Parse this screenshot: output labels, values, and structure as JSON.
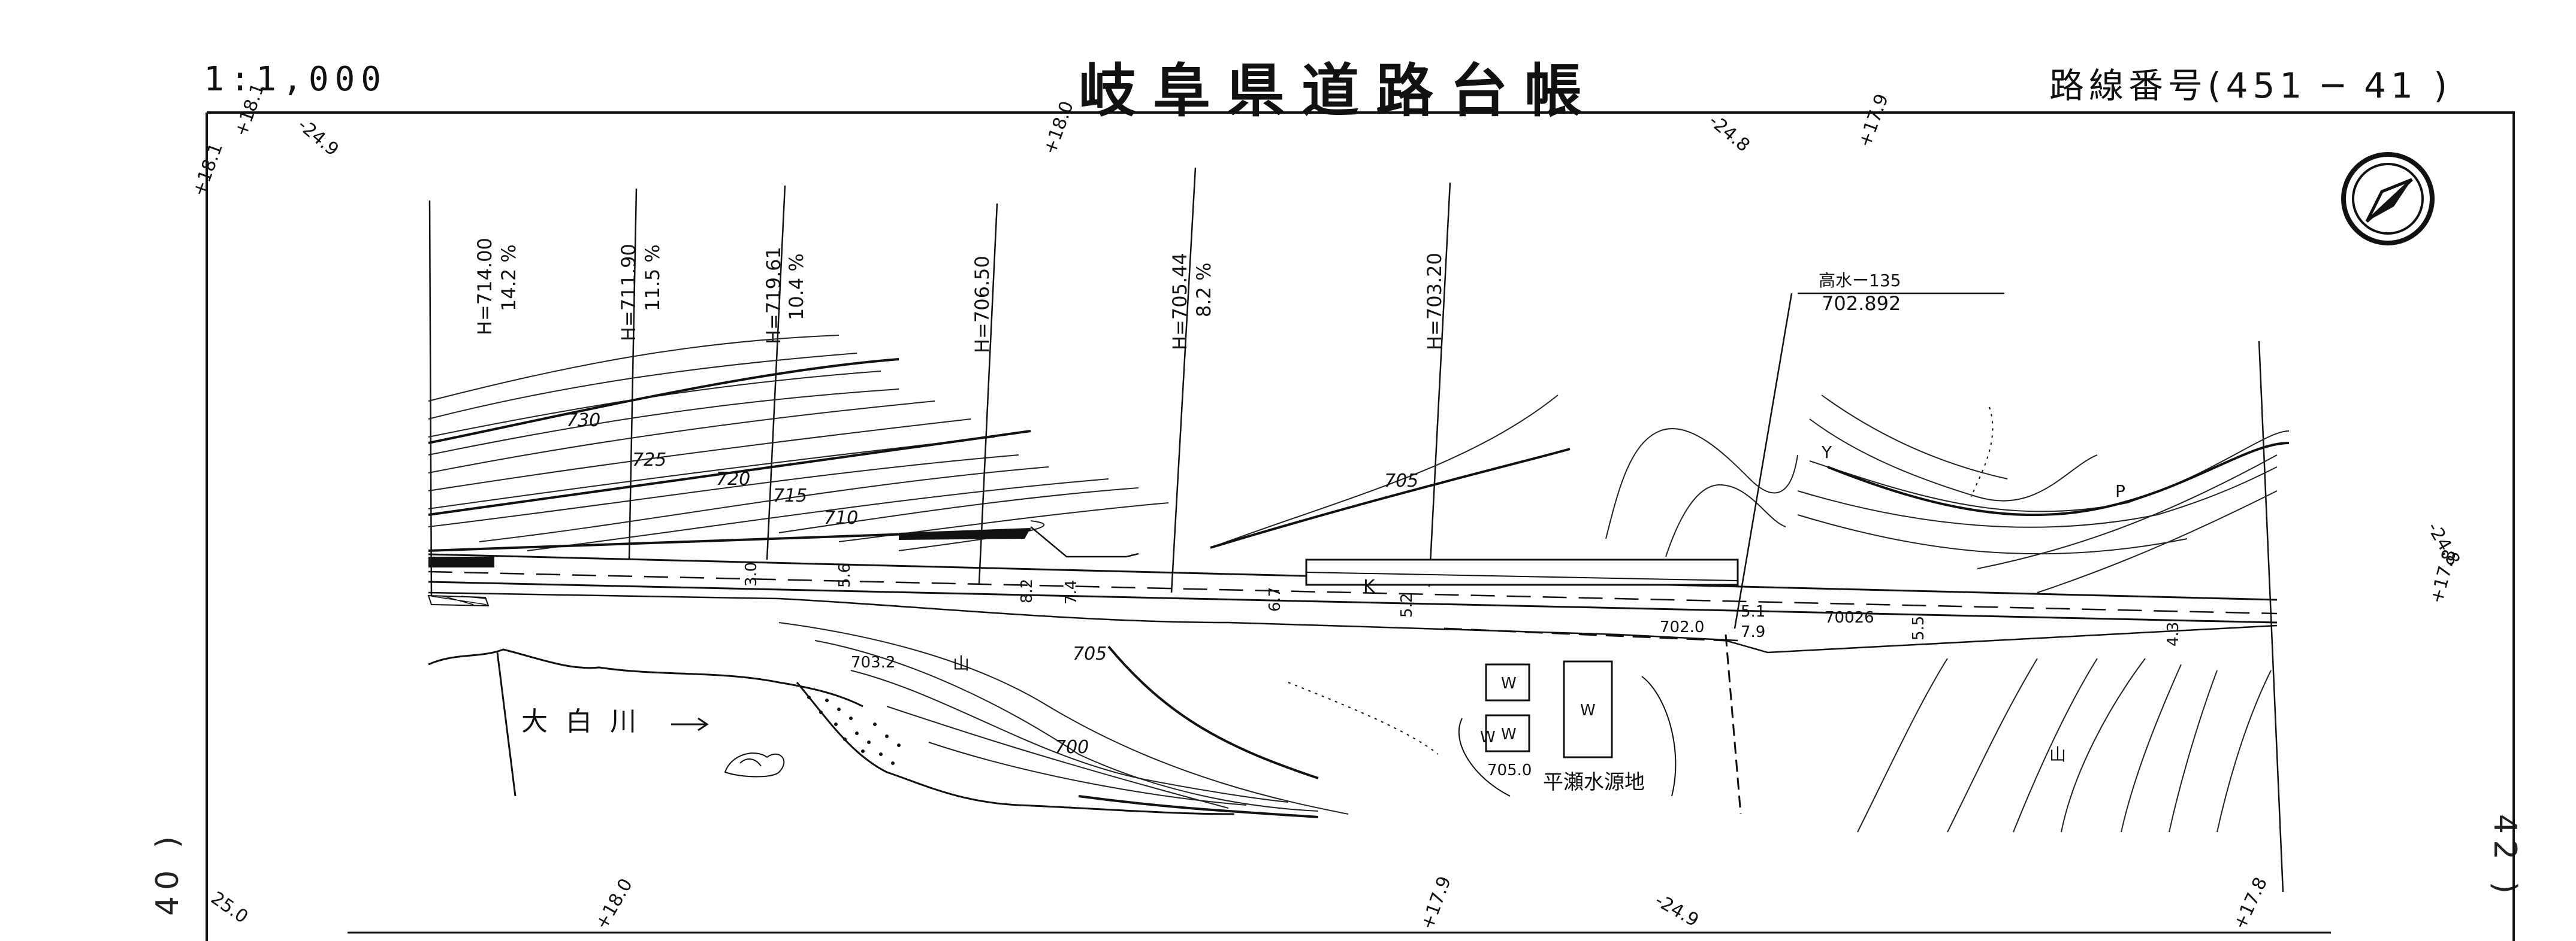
{
  "header": {
    "scale": "1:1,000",
    "title": "岐阜県道路台帳",
    "route_number": "路線番号(451 ─ 41 )"
  },
  "sheet": {
    "prev_sheet": "40 )",
    "next_sheet": "42 )",
    "north_arrow": "north-arrow-icon"
  },
  "map": {
    "border_elevations": [
      "+18.1",
      "+18.1",
      "-24.9",
      "+18.0",
      "-24.8",
      "+17.9",
      "-24.8",
      "+17.8",
      "25.0",
      "+18.0",
      "+17.9",
      "-24.9",
      "+17.8"
    ],
    "station_points": [
      {
        "h": "H=714.00",
        "grade": "14.2 %"
      },
      {
        "h": "H=711.90",
        "grade": "11.5 %"
      },
      {
        "h": "H=719.61",
        "grade": "10.4 %"
      },
      {
        "h": "H=706.50",
        "grade": ""
      },
      {
        "h": "H=705.44",
        "grade": "8.2 %"
      },
      {
        "h": "H=703.20",
        "grade": ""
      }
    ],
    "high_water_label": "高水ー135",
    "high_water_value": "702.892",
    "contours": [
      "730",
      "725",
      "720",
      "715",
      "710",
      "705",
      "705",
      "700"
    ],
    "road_labels": [
      "3.0",
      "5.6",
      "8.2",
      "7.4",
      "6.7",
      "5.2",
      "K",
      "5.1",
      "7.9",
      "702.0",
      "70026",
      "5.5",
      "4.3"
    ],
    "spot_heights": [
      "703.2",
      "705.0"
    ],
    "map_symbols": [
      "山",
      "山",
      "Y",
      "P",
      "W",
      "W",
      "W",
      "W"
    ],
    "river_name": "大 白 川",
    "facility_name": "平瀬水源地"
  }
}
